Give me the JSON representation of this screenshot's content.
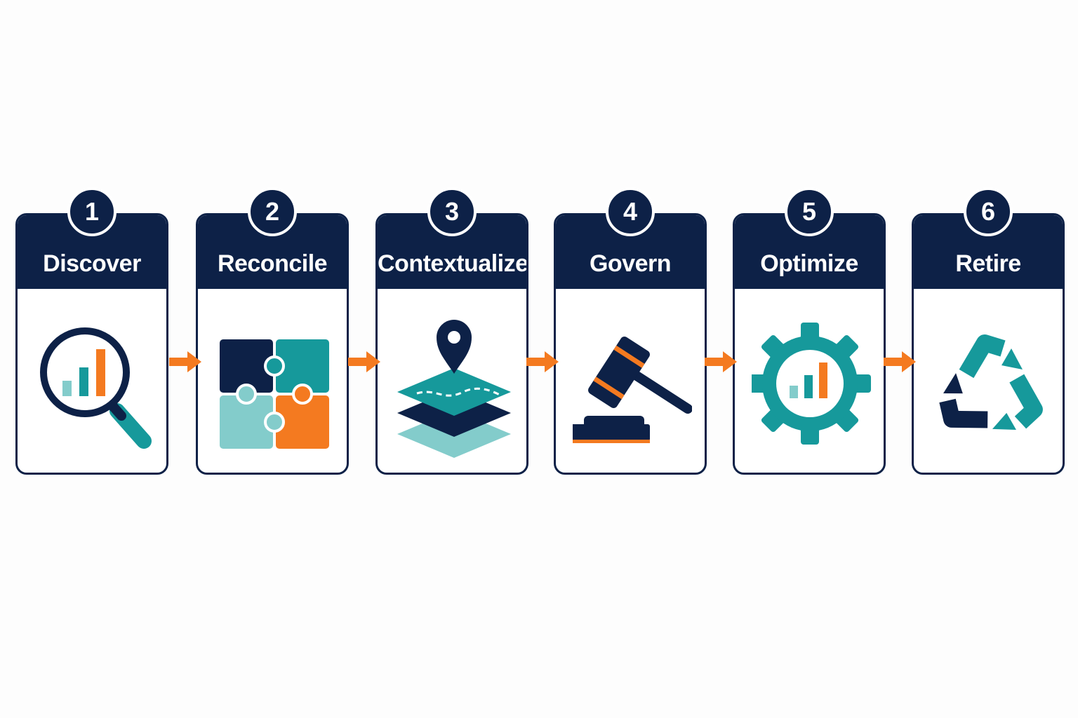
{
  "colors": {
    "navy": "#0d2147",
    "teal": "#16999b",
    "light_teal": "#83cccb",
    "orange": "#f47a20",
    "white": "#ffffff"
  },
  "steps": [
    {
      "number": "1",
      "title": "Discover",
      "icon": "magnifier-bar-chart-icon"
    },
    {
      "number": "2",
      "title": "Reconcile",
      "icon": "puzzle-icon"
    },
    {
      "number": "3",
      "title": "Contextualize",
      "icon": "map-layers-pin-icon"
    },
    {
      "number": "4",
      "title": "Govern",
      "icon": "gavel-icon"
    },
    {
      "number": "5",
      "title": "Optimize",
      "icon": "gear-bar-chart-icon"
    },
    {
      "number": "6",
      "title": "Retire",
      "icon": "recycle-icon"
    }
  ],
  "connectors": {
    "icon": "arrow-right-icon",
    "count": 5
  }
}
